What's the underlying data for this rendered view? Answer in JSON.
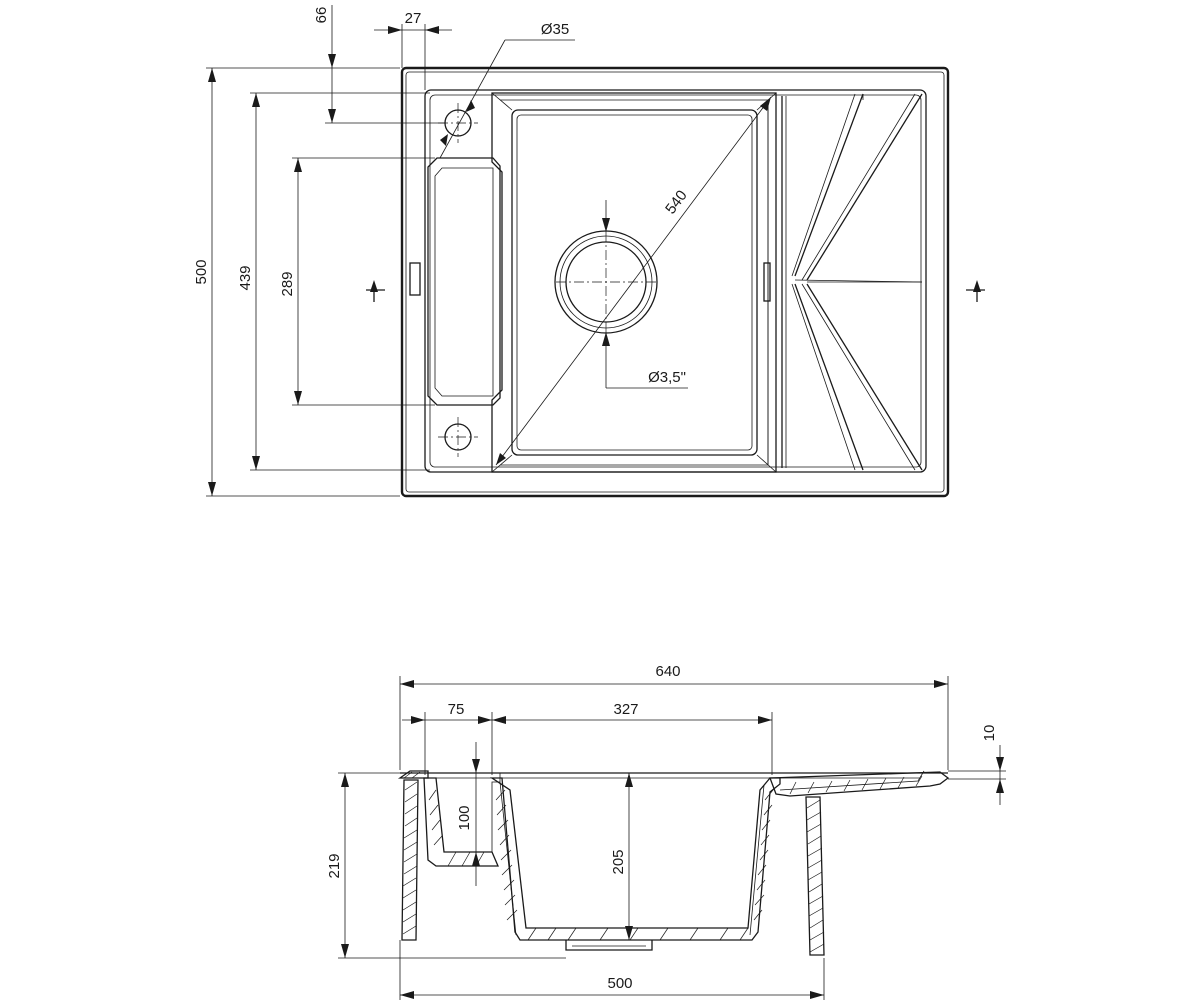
{
  "top_view": {
    "dimensions": {
      "overall_depth": "500",
      "rim_depth": "439",
      "drainer_cutout": "289",
      "tap_offset_y": "66",
      "tap_offset_x": "27",
      "tap_hole_diameter": "Ø35",
      "bowl_diagonal": "540",
      "drain_diameter": "Ø3,5\""
    }
  },
  "side_view": {
    "dimensions": {
      "overall_width": "640",
      "left_ledge": "75",
      "bowl_width": "327",
      "ledge_depth": "100",
      "bowl_depth": "205",
      "total_height": "219",
      "drainer_thickness": "10",
      "bottom_width": "500"
    }
  }
}
